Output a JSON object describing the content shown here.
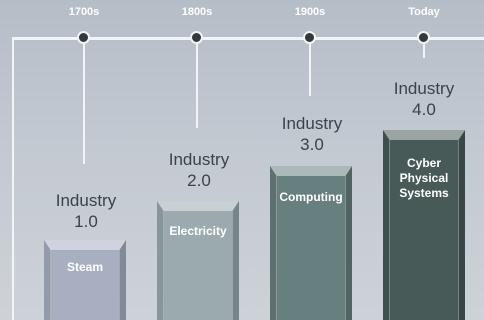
{
  "timeline": [
    {
      "era": "1700s"
    },
    {
      "era": "1800s"
    },
    {
      "era": "1900s"
    },
    {
      "era": "Today"
    }
  ],
  "stages": [
    {
      "title_line1": "Industry",
      "title_line2": "1.0",
      "label_lines": [
        "Steam"
      ],
      "color": "#a7afc1"
    },
    {
      "title_line1": "Industry",
      "title_line2": "2.0",
      "label_lines": [
        "Electricity"
      ],
      "color": "#9aaaae"
    },
    {
      "title_line1": "Industry",
      "title_line2": "3.0",
      "label_lines": [
        "Computing"
      ],
      "color": "#687f7f"
    },
    {
      "title_line1": "Industry",
      "title_line2": "4.0",
      "label_lines": [
        "Cyber",
        "Physical",
        "Systems"
      ],
      "color": "#485a58"
    }
  ],
  "colors": {
    "line": "#f2f4f6",
    "dot": "#2f3a3e",
    "title_text": "#3a4448"
  }
}
